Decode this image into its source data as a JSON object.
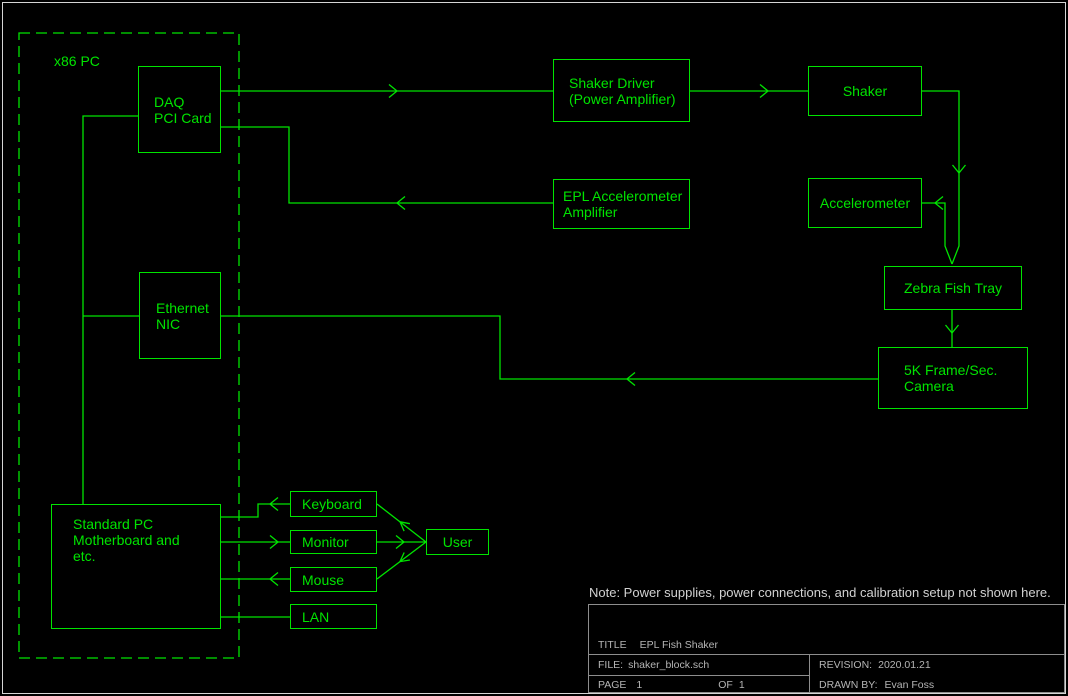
{
  "colors": {
    "wire_green": "#00e400",
    "titleblock_gray": "#8d8d8d",
    "note_gray": "#d2d2d2",
    "background": "#000000"
  },
  "group": {
    "label": "x86 PC"
  },
  "blocks": {
    "daq": {
      "label": "DAQ\nPCI Card"
    },
    "shaker_driver": {
      "label": "Shaker Driver\n(Power Amplifier)"
    },
    "shaker": {
      "label": "Shaker"
    },
    "epl_amp": {
      "label": "EPL Accelerometer\nAmplifier"
    },
    "accelerometer": {
      "label": "Accelerometer"
    },
    "ethernet_nic": {
      "label": "Ethernet\nNIC"
    },
    "zebra_tray": {
      "label": "Zebra Fish Tray"
    },
    "camera": {
      "label": "5K Frame/Sec.\nCamera"
    },
    "motherboard": {
      "label": "Standard PC\nMotherboard and\netc."
    },
    "keyboard": {
      "label": "Keyboard"
    },
    "monitor": {
      "label": "Monitor"
    },
    "mouse": {
      "label": "Mouse"
    },
    "lan": {
      "label": "LAN"
    },
    "user": {
      "label": "User"
    }
  },
  "note": "Note: Power supplies, power connections, and calibration setup not shown here.",
  "titleblock": {
    "title_label": "TITLE",
    "title": "EPL Fish Shaker",
    "file_label": "FILE:",
    "file": "shaker_block.sch",
    "page_label": "PAGE",
    "page": "1",
    "of_label": "OF",
    "of_value": "1",
    "revision_label": "REVISION:",
    "revision": "2020.01.21",
    "drawn_by_label": "DRAWN BY:",
    "drawn_by": "Evan Foss"
  }
}
